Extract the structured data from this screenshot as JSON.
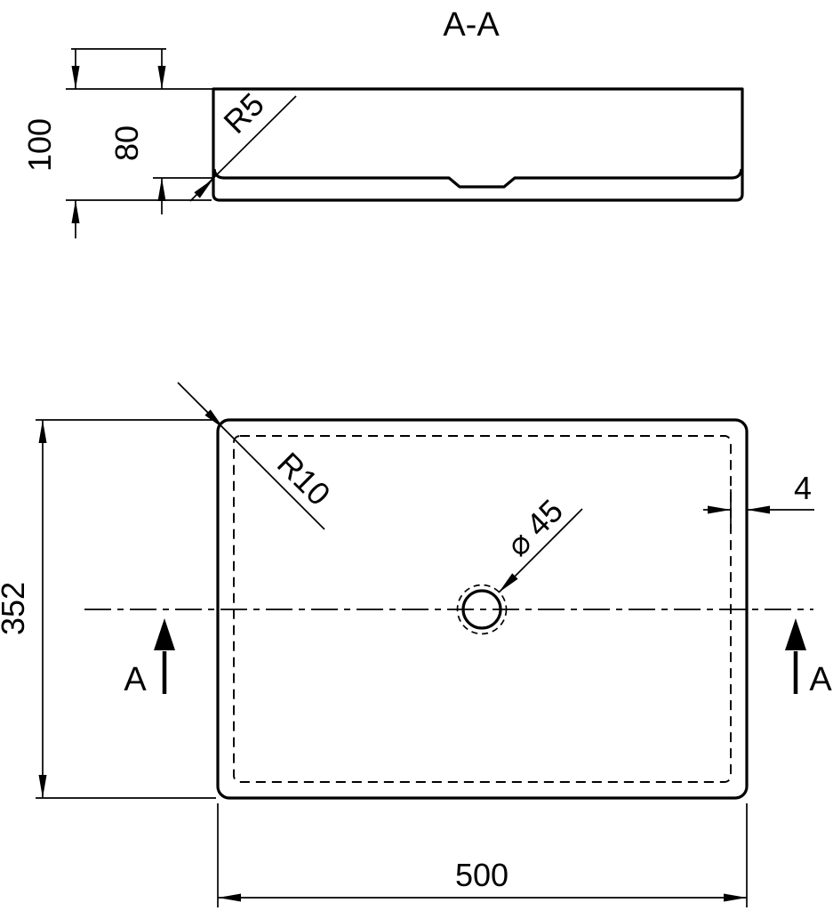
{
  "section_view": {
    "title": "A-A",
    "dim_overall_height": "100",
    "dim_basin_depth": "80",
    "radius_callout": "R5"
  },
  "plan_view": {
    "dim_length": "500",
    "dim_width": "352",
    "dim_wall_thickness": "4",
    "radius_callout": "R10",
    "drain_diameter_callout": "⌀ 45",
    "section_arrow_left_label": "A",
    "section_arrow_right_label": "A"
  },
  "colors": {
    "line": "#000000",
    "background": "#ffffff"
  }
}
